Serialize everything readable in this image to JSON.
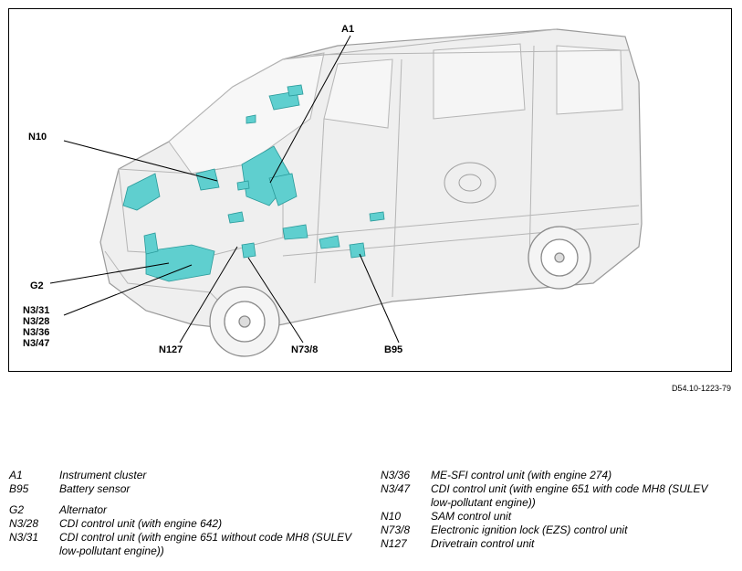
{
  "figure": {
    "code": "D54.10-1223-79",
    "callouts": {
      "a1": "A1",
      "n10": "N10",
      "g2": "G2",
      "n3_group": [
        "N3/31",
        "N3/28",
        "N3/36",
        "N3/47"
      ],
      "n127": "N127",
      "n73_8": "N73/8",
      "b95": "B95"
    }
  },
  "legend": {
    "left": [
      {
        "code": "A1",
        "desc": "Instrument cluster"
      },
      {
        "code": "B95",
        "desc": "Battery sensor"
      },
      {
        "code": "G2",
        "desc": "Alternator"
      },
      {
        "code": "N3/28",
        "desc": "CDI control unit (with engine 642)"
      },
      {
        "code": "N3/31",
        "desc": "CDI control unit (with engine 651 without code MH8 (SULEV low-pollutant engine))"
      }
    ],
    "right": [
      {
        "code": "N3/36",
        "desc": "ME-SFI control unit (with engine 274)"
      },
      {
        "code": "N3/47",
        "desc": "CDI control unit (with engine 651 with code MH8 (SULEV low-pollutant engine))"
      },
      {
        "code": "N10",
        "desc": "SAM control unit"
      },
      {
        "code": "N73/8",
        "desc": "Electronic ignition lock (EZS) control unit"
      },
      {
        "code": "N127",
        "desc": "Drivetrain control unit"
      }
    ]
  },
  "colors": {
    "component": "#5fcfcf",
    "component_dark": "#2a9a9a",
    "vehicle_line": "#9a9a9a",
    "vehicle_fill": "#eeeeee"
  }
}
